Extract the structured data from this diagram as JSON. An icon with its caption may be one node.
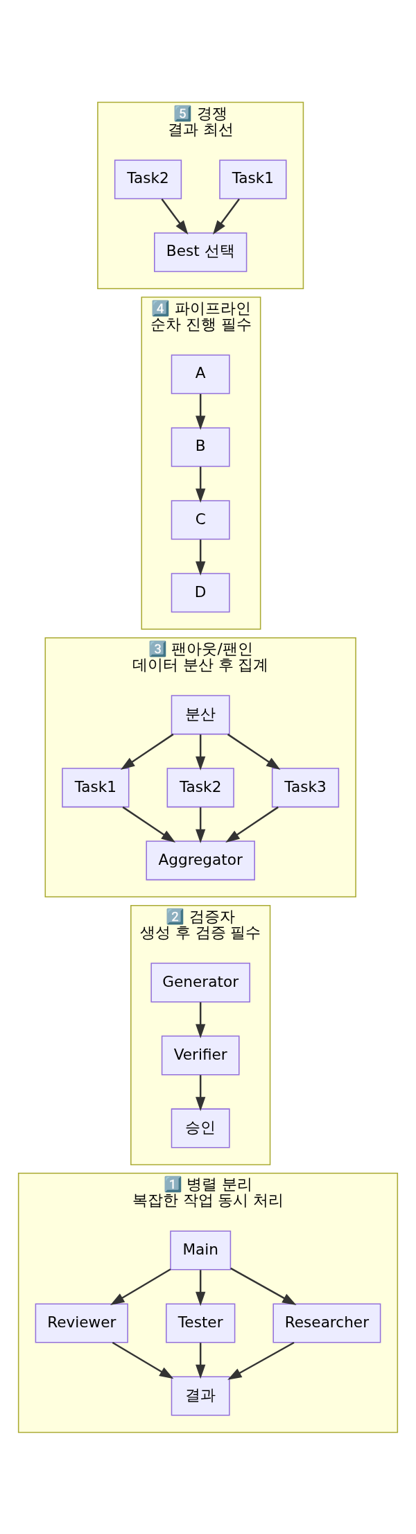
{
  "diagram": {
    "nodes": [
      {
        "text": [
          "5️⃣ 경쟁",
          "결과 최선"
        ]
      },
      {
        "text": [
          "Task1"
        ],
        "in": 0
      },
      {
        "text": [
          "Task2"
        ],
        "in": 0
      },
      {
        "text": [
          "Best 선택"
        ],
        "in": 0
      },
      {
        "text": [
          "4️⃣ 파이프라인",
          "순차 진행 필수"
        ]
      },
      {
        "text": [
          "A"
        ],
        "in": 4
      },
      {
        "text": [
          "B"
        ],
        "in": 4
      },
      {
        "text": [
          "C"
        ],
        "in": 4
      },
      {
        "text": [
          "D"
        ],
        "in": 4
      },
      {
        "text": [
          "3️⃣ 팬아웃/팬인",
          "데이터 분산 후 집계"
        ]
      },
      {
        "text": [
          "분산"
        ],
        "in": 9
      },
      {
        "text": [
          "Task1"
        ],
        "in": 9
      },
      {
        "text": [
          "Task2"
        ],
        "in": 9
      },
      {
        "text": [
          "Task3"
        ],
        "in": 9
      },
      {
        "text": [
          "Aggregator"
        ],
        "in": 9
      },
      {
        "text": [
          "2️⃣ 검증자",
          "생성 후 검증 필수"
        ]
      },
      {
        "text": [
          "Generator"
        ],
        "in": 15
      },
      {
        "text": [
          "Verifier"
        ],
        "in": 15
      },
      {
        "text": [
          "승인"
        ],
        "in": 15
      },
      {
        "text": [
          "1️⃣ 병렬 분리",
          "복잡한 작업 동시 처리"
        ]
      },
      {
        "text": [
          "Main"
        ],
        "in": 19
      },
      {
        "text": [
          "Reviewer"
        ],
        "in": 19
      },
      {
        "text": [
          "Tester"
        ],
        "in": 19
      },
      {
        "text": [
          "Researcher"
        ],
        "in": 19
      },
      {
        "text": [
          "결과"
        ],
        "in": 19
      }
    ],
    "edges": [
      {
        "from": 1,
        "to": 3,
        "arrow": "to"
      },
      {
        "from": 2,
        "to": 3,
        "arrow": "to"
      },
      {
        "from": 5,
        "to": 6,
        "arrow": "to"
      },
      {
        "from": 6,
        "to": 7,
        "arrow": "to"
      },
      {
        "from": 7,
        "to": 8,
        "arrow": "to"
      },
      {
        "from": 10,
        "to": 11,
        "arrow": "to"
      },
      {
        "from": 10,
        "to": 12,
        "arrow": "to"
      },
      {
        "from": 10,
        "to": 13,
        "arrow": "to"
      },
      {
        "from": 11,
        "to": 14,
        "arrow": "to"
      },
      {
        "from": 12,
        "to": 14,
        "arrow": "to"
      },
      {
        "from": 13,
        "to": 14,
        "arrow": "to"
      },
      {
        "from": 16,
        "to": 17,
        "arrow": "to"
      },
      {
        "from": 17,
        "to": 18,
        "arrow": "to"
      },
      {
        "from": 20,
        "to": 21,
        "arrow": "to"
      },
      {
        "from": 20,
        "to": 22,
        "arrow": "to"
      },
      {
        "from": 20,
        "to": 23,
        "arrow": "to"
      },
      {
        "from": 21,
        "to": 24,
        "arrow": "to"
      },
      {
        "from": 22,
        "to": 24,
        "arrow": "to"
      },
      {
        "from": 23,
        "to": 24,
        "arrow": "to"
      }
    ]
  }
}
